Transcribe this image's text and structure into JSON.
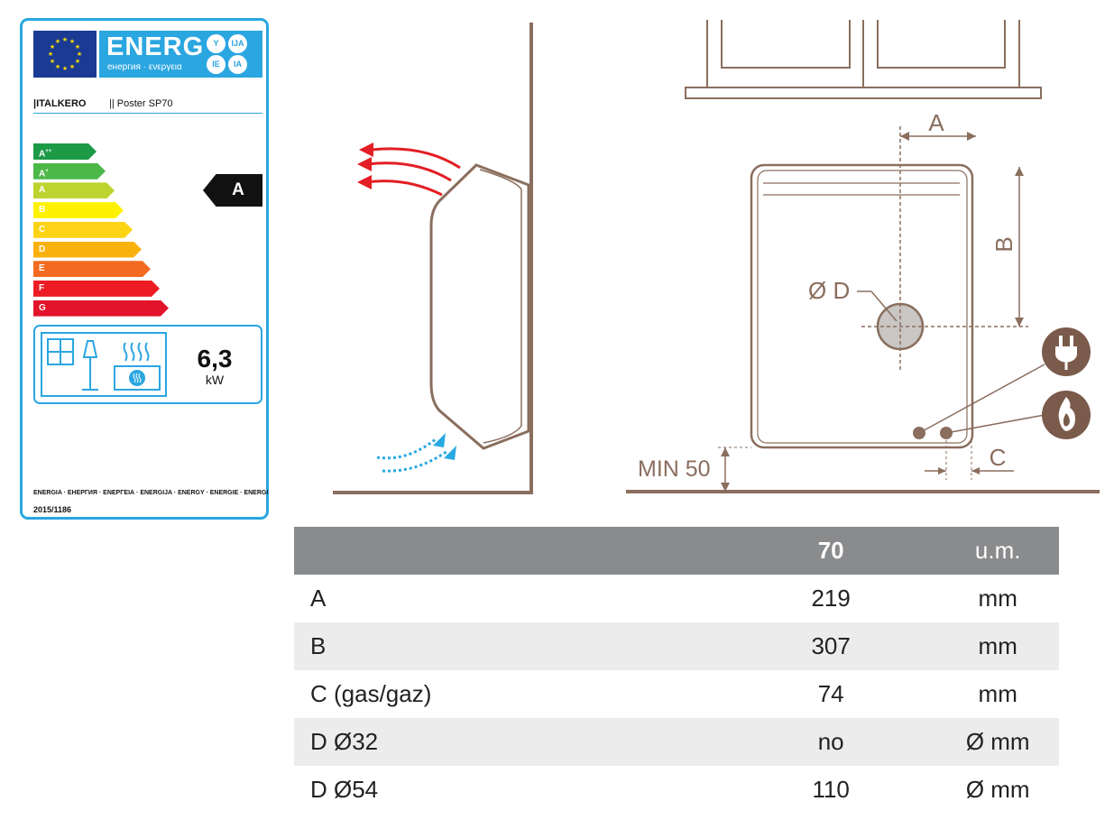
{
  "energy_label": {
    "energ_word": "ENERG",
    "energ_sub": "енергия · ενεργεια",
    "language_badges": [
      "Y",
      "IJA",
      "IE",
      "IA"
    ],
    "supplier": "|ITALKERO",
    "model": "|| Poster SP70",
    "classes": [
      {
        "base": "A",
        "sup": "++",
        "color": "#1d9a46"
      },
      {
        "base": "A",
        "sup": "+",
        "color": "#4cb848"
      },
      {
        "base": "A",
        "sup": "",
        "color": "#bdd32f"
      },
      {
        "base": "B",
        "sup": "",
        "color": "#fff200"
      },
      {
        "base": "C",
        "sup": "",
        "color": "#fdd315"
      },
      {
        "base": "D",
        "sup": "",
        "color": "#f9b10e"
      },
      {
        "base": "E",
        "sup": "",
        "color": "#f26b21"
      },
      {
        "base": "F",
        "sup": "",
        "color": "#ed1c24"
      },
      {
        "base": "G",
        "sup": "",
        "color": "#e2132a"
      }
    ],
    "rating": "A",
    "power_value": "6,3",
    "power_unit": "kW",
    "energia_strip": "ENERGIA · ЕНЕРГИЯ · ΕΝΕΡΓΕΙΑ · ENERGIJA · ENERGY · ENERGIE · ENERGI",
    "regulation": "2015/1186",
    "colors": {
      "frame": "#2aa6e0",
      "eu_blue": "#1a3a93"
    }
  },
  "side_view": {
    "colors": {
      "outline": "#8a6e5e",
      "hot_air": "#e31e24",
      "cold_air": "#29a9e1"
    }
  },
  "front_view": {
    "label_a": "A",
    "label_b": "B",
    "label_c": "C",
    "label_d": "Ø D",
    "min_clearance": "MIN 50",
    "icons": [
      "plug-icon",
      "flame-icon"
    ],
    "colors": {
      "outline": "#8a6e5e",
      "icon_fill": "#7a5a4a"
    }
  },
  "spec_table": {
    "header": {
      "label": "",
      "model": "70",
      "unit": "u.m."
    },
    "rows": [
      {
        "label": "A",
        "value": "219",
        "unit": "mm"
      },
      {
        "label": "B",
        "value": "307",
        "unit": "mm"
      },
      {
        "label": "C (gas/gaz)",
        "value": "74",
        "unit": "mm"
      },
      {
        "label": "D  Ø32",
        "value": "no",
        "unit": "Ø mm"
      },
      {
        "label": "D  Ø54",
        "value": "110",
        "unit": "Ø mm"
      }
    ],
    "colors": {
      "header_bg": "#8a8b8d",
      "alt_row_bg": "#ececec"
    }
  }
}
